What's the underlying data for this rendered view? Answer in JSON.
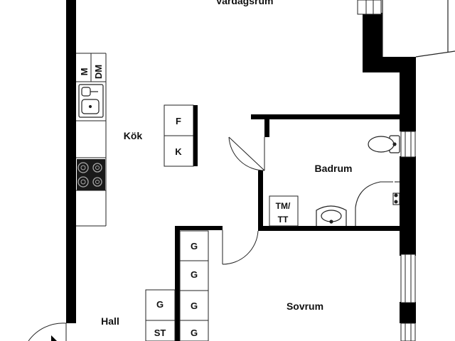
{
  "rooms": {
    "vardagsrum": "Vardagsrum",
    "kok": "Kök",
    "badrum": "Badrum",
    "hall": "Hall",
    "sovrum": "Sovrum"
  },
  "fixtures": {
    "m": "M",
    "dm": "DM",
    "f": "F",
    "k": "K",
    "tm": "TM/",
    "tt": "TT",
    "g": "G",
    "st": "ST"
  },
  "colors": {
    "wall": "#000000",
    "line": "#222222",
    "background": "#ffffff"
  }
}
